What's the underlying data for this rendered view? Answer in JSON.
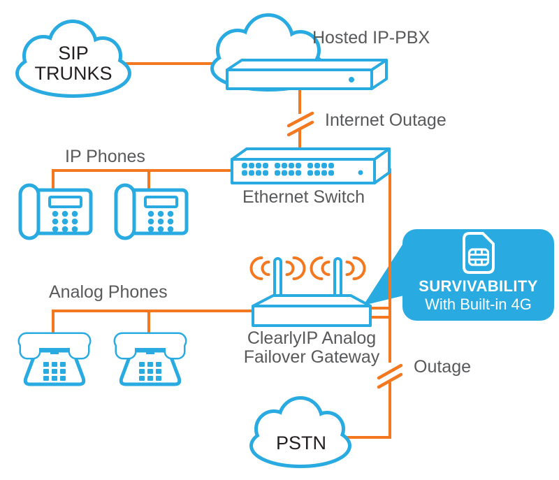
{
  "colors": {
    "blue": "#29ABE2",
    "orange": "#F4781F",
    "label_gray": "#58595B",
    "dark_text": "#231F20"
  },
  "nodes": {
    "sip_trunks": {
      "line1": "SIP",
      "line2": "TRUNKS",
      "icon": "cloud-icon"
    },
    "hosted_ip_pbx": {
      "label": "Hosted IP-PBX",
      "icon": "cloud-server-icon"
    },
    "ip_phones": {
      "label": "IP Phones",
      "icon": "ip-phone-icon",
      "count": 2
    },
    "ethernet_switch": {
      "label": "Ethernet Switch",
      "icon": "switch-icon",
      "ports": 24
    },
    "analog_phones": {
      "label": "Analog Phones",
      "icon": "analog-phone-icon",
      "count": 2
    },
    "gateway": {
      "line1": "ClearlyIP Analog",
      "line2": "Failover Gateway",
      "icon": "wireless-gateway-icon"
    },
    "pstn": {
      "label": "PSTN",
      "icon": "cloud-icon"
    }
  },
  "links": {
    "internet_outage": {
      "label": "Internet Outage",
      "icon": "line-break-icon"
    },
    "pstn_outage": {
      "label": "Outage",
      "icon": "line-break-icon"
    }
  },
  "callout": {
    "title": "SURVIVABILITY",
    "subtitle": "With Built-in 4G",
    "icon": "sim-card-icon"
  }
}
